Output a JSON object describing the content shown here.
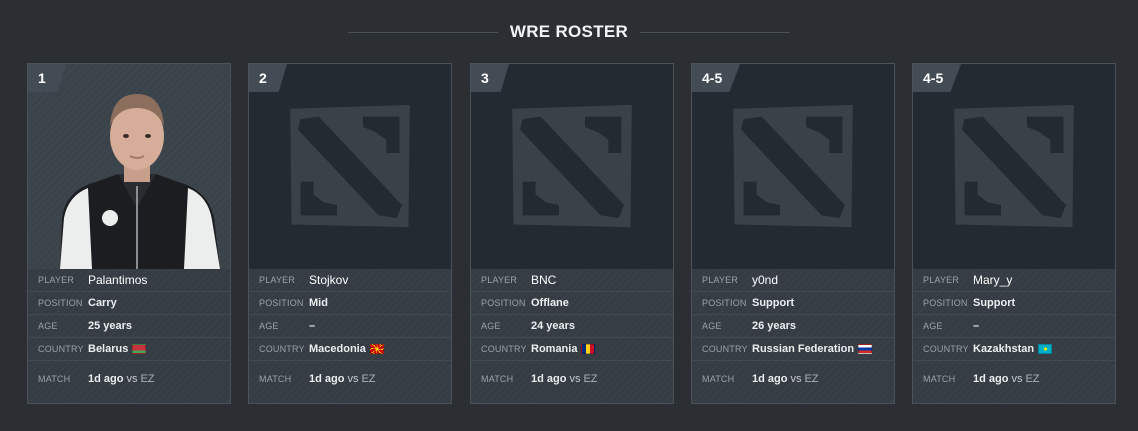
{
  "title": "WRE ROSTER",
  "labels": {
    "player": "PLAYER",
    "position": "POSITION",
    "age": "AGE",
    "country": "COUNTRY",
    "match": "MATCH"
  },
  "players": [
    {
      "rank": "1",
      "name": "Palantimos",
      "position": "Carry",
      "age": "25 years",
      "country": "Belarus",
      "flag": "belarus-flag-icon",
      "match_time": "1d ago",
      "vs": "vs",
      "opponent": "EZ",
      "photo": true
    },
    {
      "rank": "2",
      "name": "Stojkov",
      "position": "Mid",
      "age": "–",
      "country": "Macedonia",
      "flag": "macedonia-flag-icon",
      "match_time": "1d ago",
      "vs": "vs",
      "opponent": "EZ",
      "photo": false
    },
    {
      "rank": "3",
      "name": "BNC",
      "position": "Offlane",
      "age": "24 years",
      "country": "Romania",
      "flag": "romania-flag-icon",
      "match_time": "1d ago",
      "vs": "vs",
      "opponent": "EZ",
      "photo": false
    },
    {
      "rank": "4-5",
      "name": "y0nd",
      "position": "Support",
      "age": "26 years",
      "country": "Russian Federation",
      "flag": "russia-flag-icon",
      "match_time": "1d ago",
      "vs": "vs",
      "opponent": "EZ",
      "photo": false
    },
    {
      "rank": "4-5",
      "name": "Mary_y",
      "position": "Support",
      "age": "–",
      "country": "Kazakhstan",
      "flag": "kazakhstan-flag-icon",
      "match_time": "1d ago",
      "vs": "vs",
      "opponent": "EZ",
      "photo": false
    }
  ],
  "colors": {
    "background": "#2b2f34",
    "card_border": "#4a525b",
    "placeholder_logo": "#3a4149",
    "rank_badge": "#434c55"
  }
}
